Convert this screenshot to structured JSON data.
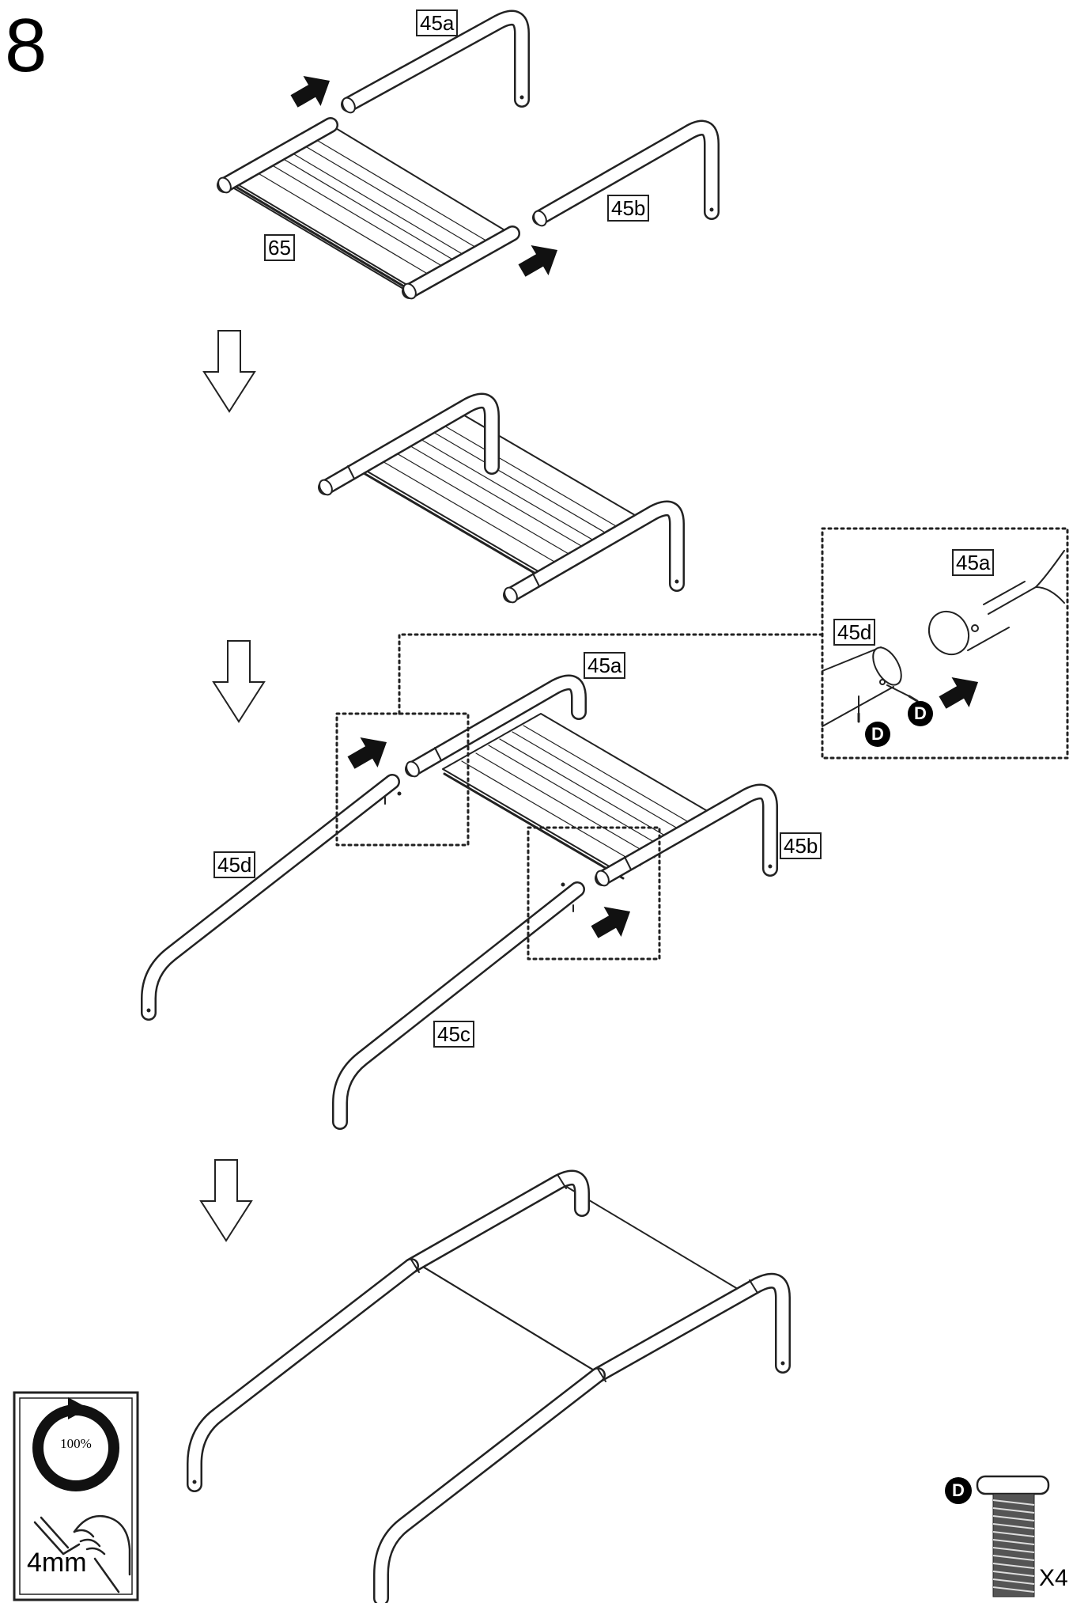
{
  "step": {
    "number": "8"
  },
  "parts": {
    "seat": "65",
    "rail_a": "45a",
    "rail_b": "45b",
    "rail_c": "45c",
    "rail_d": "45d"
  },
  "hardware": {
    "bolt_code": "D",
    "quantity": "X4"
  },
  "tool": {
    "torque": "100%",
    "allen_key_size": "4mm"
  },
  "icons": [
    "push-arrow-icon",
    "next-step-arrow-icon",
    "torque-icon",
    "allen-key-hand-icon",
    "bolt-icon"
  ]
}
